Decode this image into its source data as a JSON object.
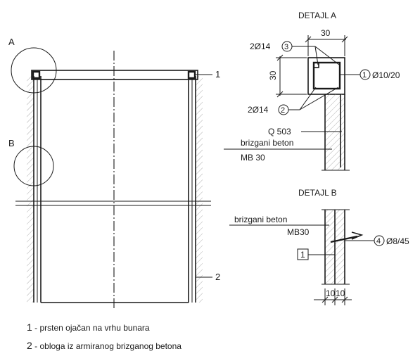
{
  "detail_a": {
    "title": "DETAJL A",
    "dim_width": "30",
    "dim_height": "30",
    "rebar_top_count": "2Ø14",
    "rebar_top_mark": "3",
    "rebar_bottom_count": "2Ø14",
    "rebar_bottom_mark": "2",
    "stirrup_mark": "1",
    "stirrup_spec": "Ø10/20",
    "mesh_label": "Q 503",
    "material_label": "brizgani beton",
    "grade_label": "MB 30"
  },
  "detail_b": {
    "title": "DETAJL B",
    "material_label": "brizgani beton",
    "grade_label": "MB30",
    "anchor_mark": "4",
    "anchor_spec": "Ø8/45",
    "ring_box_label": "1",
    "dim_left": "10",
    "dim_right": "10"
  },
  "main_section": {
    "callout_a": "A",
    "callout_b": "B",
    "leader_1": "1",
    "leader_2": "2"
  },
  "legend": [
    {
      "num": "1",
      "text": "prsten ojačan na vrhu bunara"
    },
    {
      "num": "2",
      "text": "obloga iz armiranog brizganog betona"
    }
  ]
}
